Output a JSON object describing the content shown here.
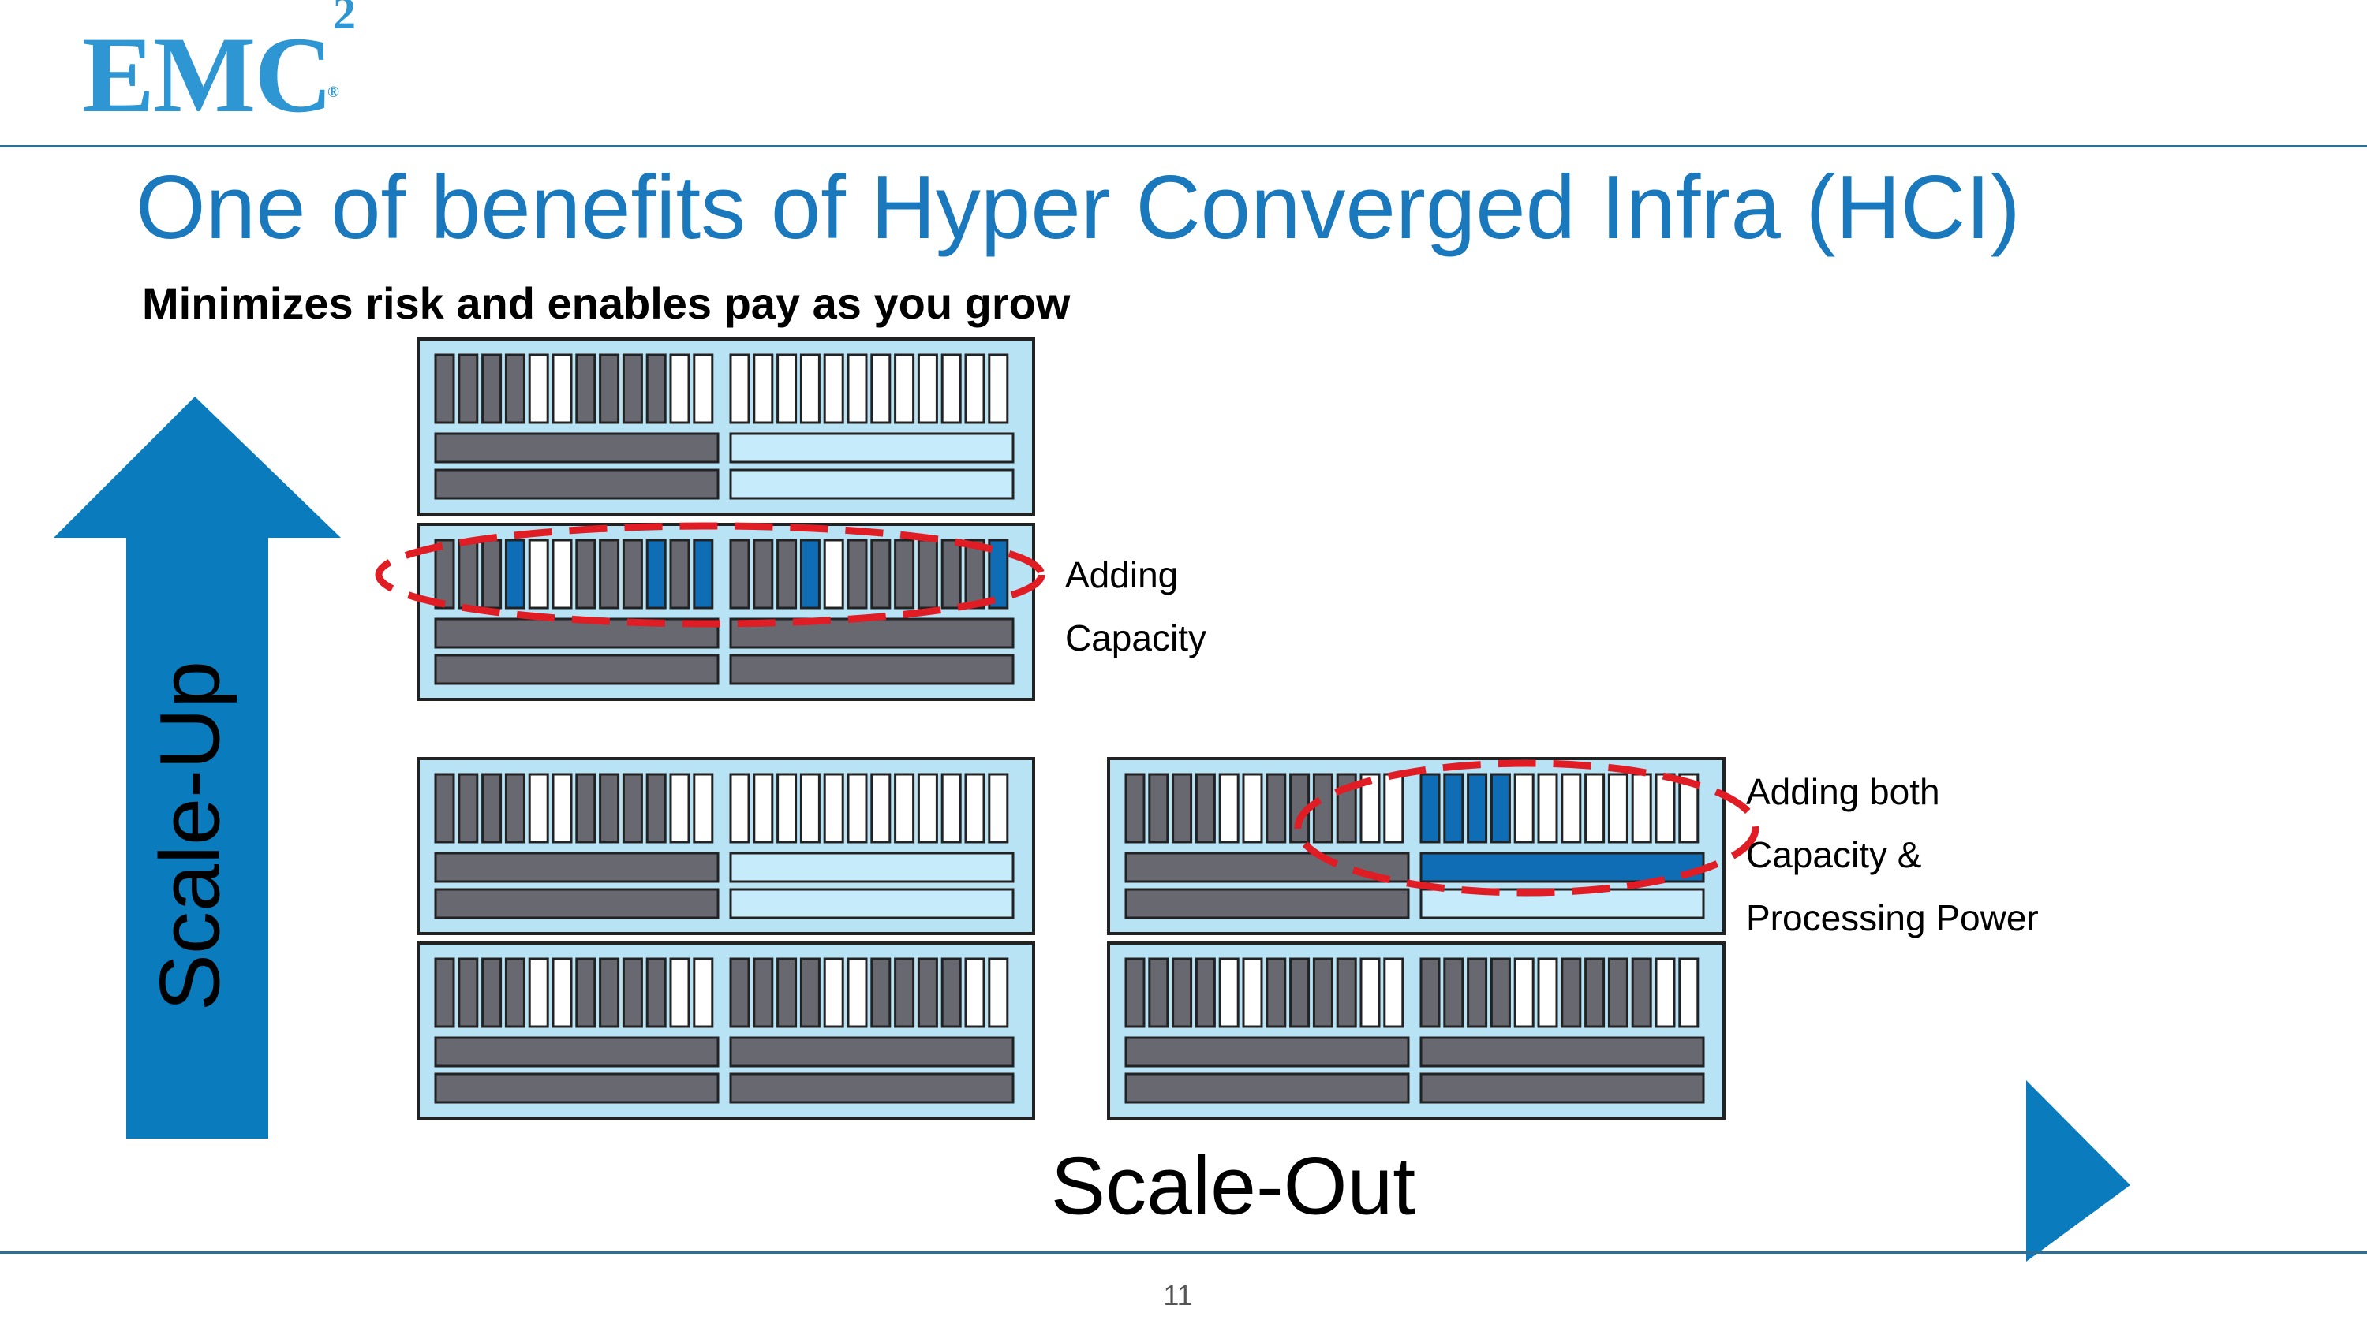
{
  "logo": {
    "text": "EMC",
    "superscript": "2",
    "registered": "®"
  },
  "title": "One of benefits of Hyper Converged Infra (HCI)",
  "subtitle": "Minimizes risk and enables pay as you grow",
  "scale_up_label": "Scale-Up",
  "scale_out_label": "Scale-Out",
  "callouts": {
    "adding_capacity": [
      "Adding",
      "Capacity"
    ],
    "adding_both": [
      "Adding both",
      "Capacity &",
      "Processing Power"
    ]
  },
  "page_number": "11",
  "colors": {
    "brand_blue": "#0a7bbd",
    "title_blue": "#1a78bd",
    "node_fill": "#b8e3f5",
    "drive_dark": "#686870",
    "drive_light": "#ffffff",
    "drive_highlight": "#0e6db5",
    "bar_light": "#c6ecfb",
    "callout_ellipse": "#e01c24"
  },
  "nodes": [
    {
      "id": "scale-up-top",
      "drives": "DDDDLLDDDDLL|LLLLLLLLLLLL",
      "bars": [
        [
          "dark",
          "light"
        ],
        [
          "dark",
          "light"
        ]
      ]
    },
    {
      "id": "scale-up-added",
      "drives": "DDDBLLDDDBDB|DDDBLDDDDDDB",
      "bars": [
        [
          "dark",
          "dark"
        ],
        [
          "dark",
          "dark"
        ]
      ]
    },
    {
      "id": "base-left-top",
      "drives": "DDDDLLDDDDLL|LLLLLLLLLLLL",
      "bars": [
        [
          "dark",
          "light"
        ],
        [
          "dark",
          "light"
        ]
      ]
    },
    {
      "id": "base-left-bottom",
      "drives": "DDDDLLDDDDLL|DDDDLLDDDDLL",
      "bars": [
        [
          "dark",
          "dark"
        ],
        [
          "dark",
          "dark"
        ]
      ]
    },
    {
      "id": "scale-out-added",
      "drives": "DDDDLLDDDDLL|BBBBLLLLLLLL",
      "bars": [
        [
          "dark",
          "highlight"
        ],
        [
          "dark",
          "light"
        ]
      ]
    },
    {
      "id": "base-right-bottom",
      "drives": "DDDDLLDDDDLL|DDDDLLDDDDLL",
      "bars": [
        [
          "dark",
          "dark"
        ],
        [
          "dark",
          "dark"
        ]
      ]
    }
  ]
}
